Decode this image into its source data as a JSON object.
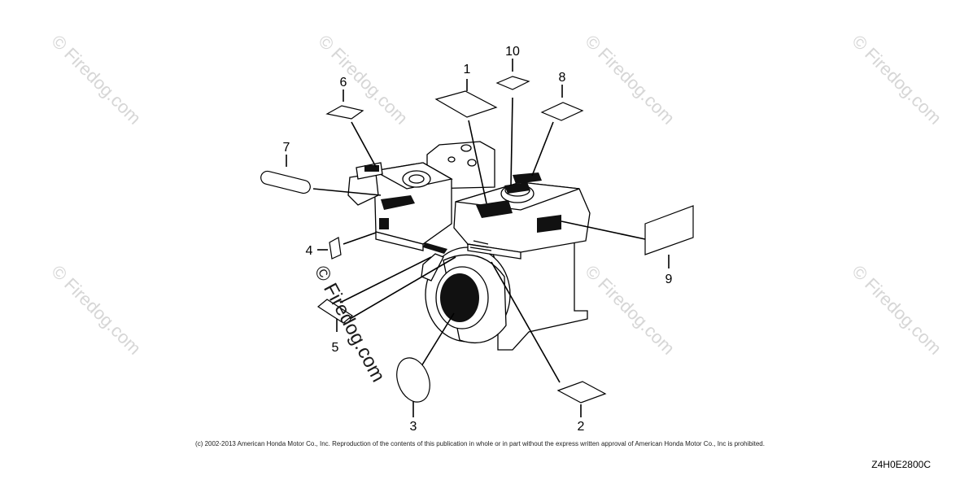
{
  "watermark": "© Firedog.com",
  "callouts": [
    "1",
    "2",
    "3",
    "4",
    "5",
    "6",
    "7",
    "8",
    "9",
    "10"
  ],
  "copyright": "(c) 2002-2013 American Honda Motor Co., Inc. Reproduction of the contents of this publication in whole or in part without the express written approval of American Honda Motor Co., Inc is prohibited.",
  "diagram_code": "Z4H0E2800C"
}
